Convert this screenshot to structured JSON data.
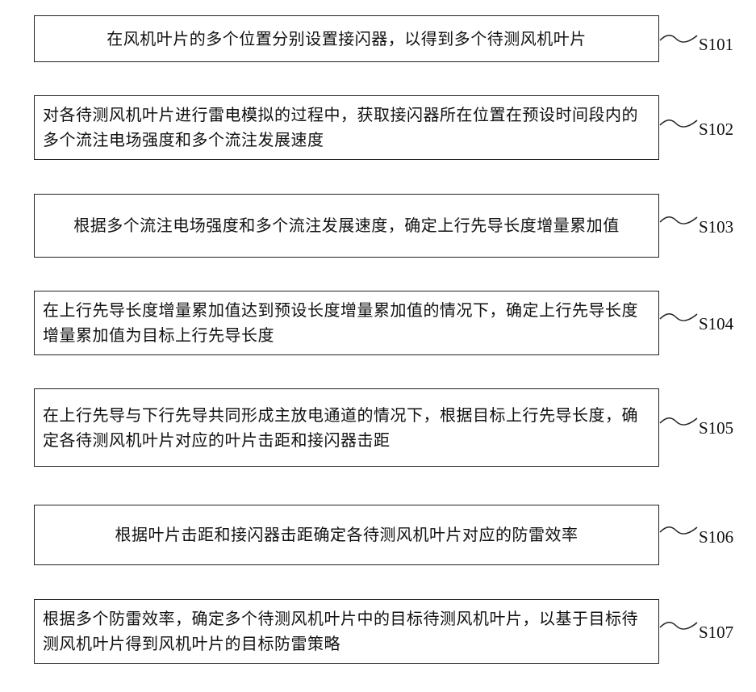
{
  "steps": [
    {
      "id": "S101",
      "text": "在风机叶片的多个位置分别设置接闪器，以得到多个待测风机叶片"
    },
    {
      "id": "S102",
      "text": "对各待测风机叶片进行雷电模拟的过程中，获取接闪器所在位置在预设时间段内的多个流注电场强度和多个流注发展速度"
    },
    {
      "id": "S103",
      "text": "根据多个流注电场强度和多个流注发展速度，确定上行先导长度增量累加值"
    },
    {
      "id": "S104",
      "text": "在上行先导长度增量累加值达到预设长度增量累加值的情况下，确定上行先导长度增量累加值为目标上行先导长度"
    },
    {
      "id": "S105",
      "text": "在上行先导与下行先导共同形成主放电通道的情况下，根据目标上行先导长度，确定各待测风机叶片对应的叶片击距和接闪器击距"
    },
    {
      "id": "S106",
      "text": "根据叶片击距和接闪器击距确定各待测风机叶片对应的防雷效率"
    },
    {
      "id": "S107",
      "text": "根据多个防雷效率，确定多个待测风机叶片中的目标待测风机叶片，以基于目标待测风机叶片得到风机叶片的目标防雷策略"
    }
  ]
}
